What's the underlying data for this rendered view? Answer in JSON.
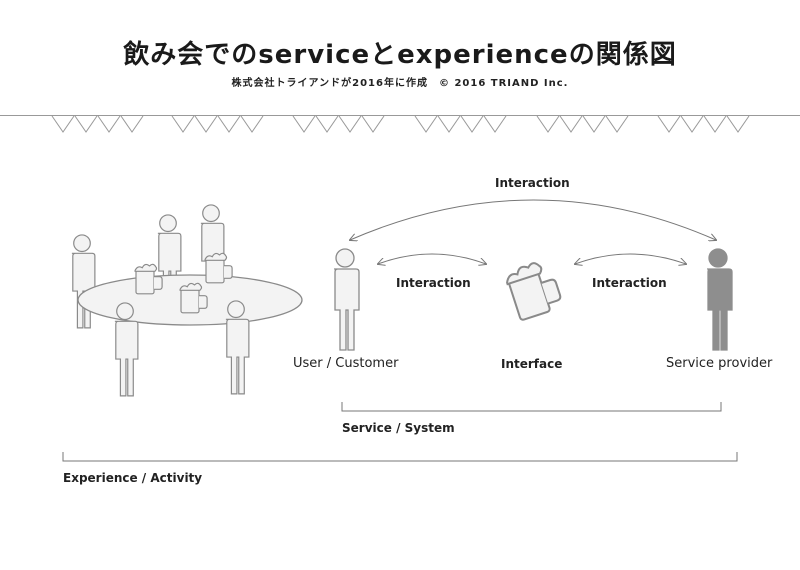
{
  "header": {
    "title": "飲み会でのserviceとexperienceの関係図",
    "subtitle": "株式会社トライアンドが2016年に作成　© 2016 TRIAND Inc."
  },
  "labels": {
    "interaction_top": "Interaction",
    "interaction_left": "Interaction",
    "interaction_right": "Interaction",
    "user": "User / Customer",
    "interface": "Interface",
    "provider": "Service provider",
    "service_system": "Service / System",
    "experience_activity": "Experience / Activity"
  },
  "colors": {
    "figure_fill": "#f3f3f3",
    "figure_stroke": "#8a8a8a",
    "provider_fill": "#8e8e8e",
    "line": "#777777"
  }
}
